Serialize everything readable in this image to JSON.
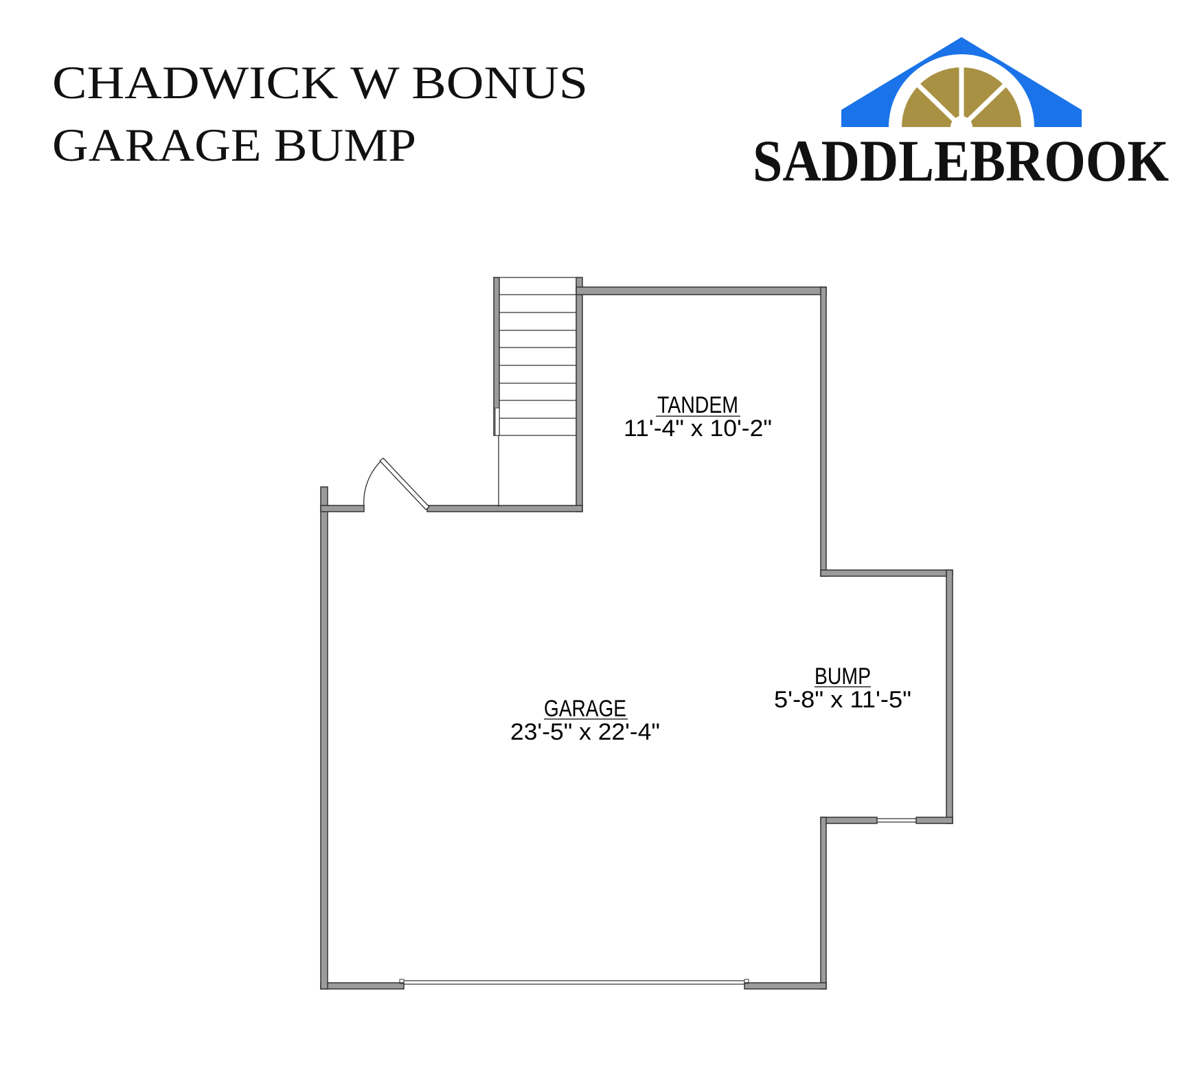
{
  "header": {
    "title_line1": "CHADWICK W BONUS",
    "title_line2": "GARAGE BUMP"
  },
  "logo": {
    "text": "SADDLEBROOK",
    "roof_color": "#1a73e8",
    "window_color": "#a89143"
  },
  "rooms": [
    {
      "name": "TANDEM",
      "dims": "11'-4\" x 10'-2\""
    },
    {
      "name": "GARAGE",
      "dims": "23'-5\" x 22'-4\""
    },
    {
      "name": "BUMP",
      "dims": "5'-8\" x 11'-5\""
    }
  ]
}
